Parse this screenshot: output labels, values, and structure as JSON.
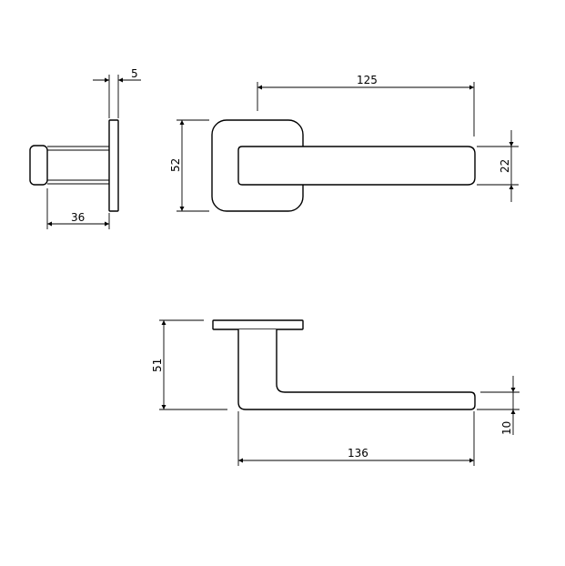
{
  "drawing": {
    "type": "technical-drawing",
    "subject": "door lever handle on square rose",
    "line_color": "#000000",
    "background": "#ffffff"
  },
  "views": {
    "end_view": {
      "dimensions": {
        "plate_thickness": "5",
        "projection": "36"
      }
    },
    "front_view": {
      "dimensions": {
        "lever_length": "125",
        "rose_height": "52",
        "lever_height": "22"
      }
    },
    "top_view": {
      "dimensions": {
        "overall_depth": "51",
        "overall_length": "136",
        "lever_thickness": "10"
      }
    }
  }
}
